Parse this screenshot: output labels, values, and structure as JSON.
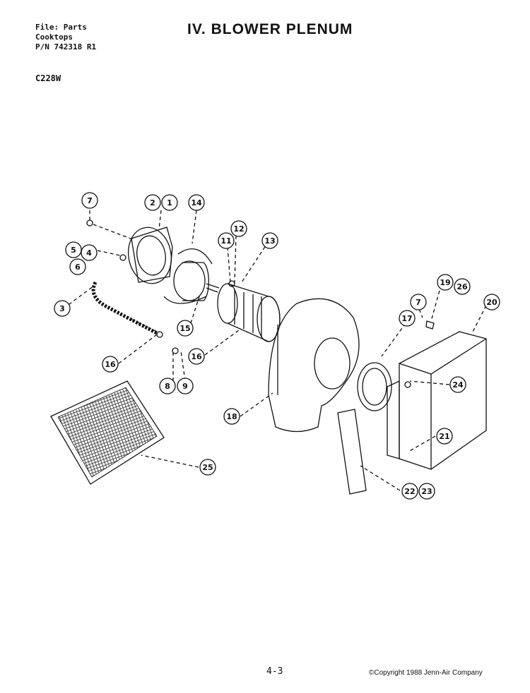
{
  "header": {
    "file_line": "File: Parts",
    "category_line": "Cooktops",
    "part_number_line": "P/N 742318 R1",
    "title": "IV. BLOWER PLENUM",
    "model": "C228W"
  },
  "callouts": [
    "7",
    "2",
    "1",
    "14",
    "5",
    "4",
    "6",
    "3",
    "16",
    "11",
    "12",
    "13",
    "15",
    "16",
    "8",
    "9",
    "19",
    "26",
    "7",
    "20",
    "17",
    "24",
    "18",
    "21",
    "25",
    "22",
    "23"
  ],
  "footer": {
    "page_number": "4-3",
    "copyright": "©Copyright 1988 Jenn-Air Company"
  }
}
